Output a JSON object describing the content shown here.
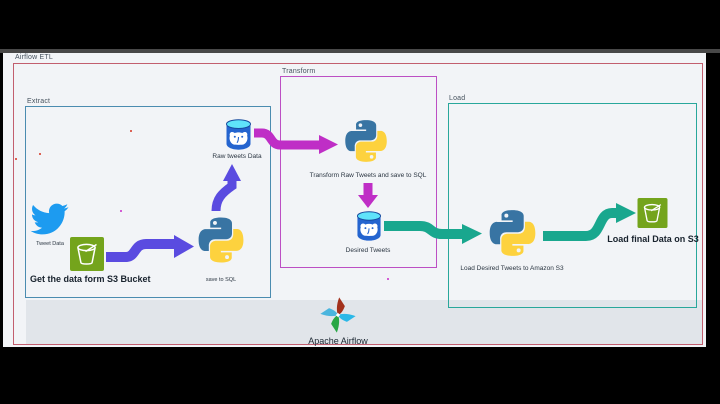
{
  "diagram": {
    "title": "Airflow ETL",
    "groups": [
      {
        "id": "extract",
        "label": "Extract"
      },
      {
        "id": "transform",
        "label": "Transform"
      },
      {
        "id": "load",
        "label": "Load"
      }
    ],
    "extract": {
      "tweet_label": "Tweet Data",
      "bucket_label": "Get the data form S3 Bucket",
      "python_label": "save to SQL",
      "db_label": "Raw tweets Data"
    },
    "transform": {
      "python_label": "Transform Raw Tweets and save to SQL",
      "db_label": "Desired Tweets"
    },
    "load": {
      "python_label": "Load Desired Tweets to Amazon S3",
      "bucket_label": "Load final Data on S3"
    },
    "footer": {
      "brand": "Apache Airflow"
    },
    "colors": {
      "outer_border": "#c25e6e",
      "extract_border": "#4b8cb0",
      "transform_border": "#bc4fc4",
      "load_border": "#29a79b",
      "purple_arrow": "#5a4be0",
      "magenta_arrow": "#bf2ec6",
      "teal_arrow": "#19a78e",
      "python_blue": "#3874a3",
      "python_yellow": "#fdd23e",
      "twitter_blue": "#1d9bf0",
      "s3_green": "#74a41c",
      "db_blue": "#2464cf",
      "band_gray": "#e1e5ea",
      "background": "#f2f4f7"
    }
  }
}
